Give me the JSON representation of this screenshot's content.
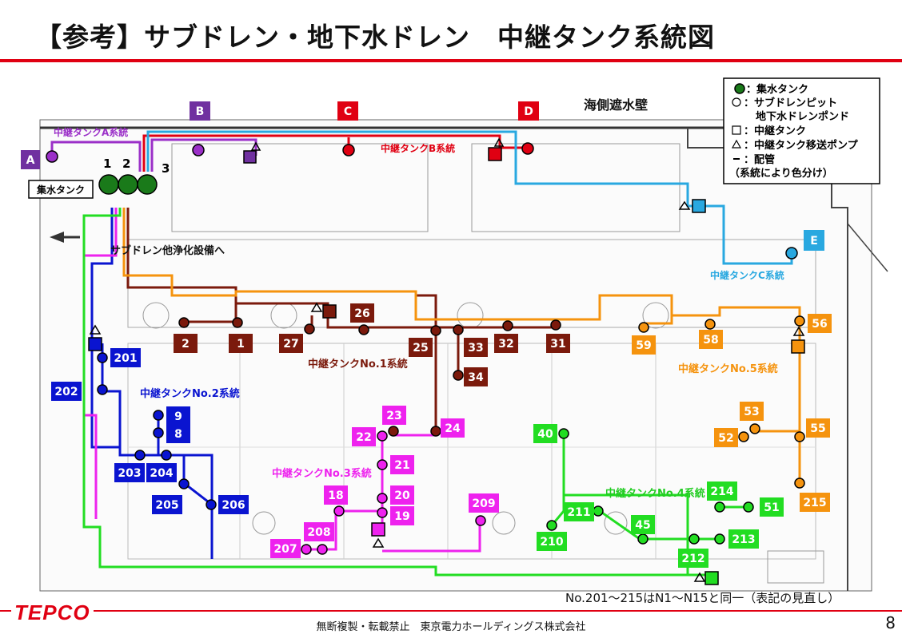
{
  "title": "【参考】サブドレン・地下水ドレン　中継タンク系統図",
  "footer": "無断複製・転載禁止　東京電力ホールディングス株式会社",
  "page_number": "8",
  "logo": "TEPCO",
  "colors": {
    "accent_red": "#e00012",
    "sys_A": "#9b30c8",
    "sys_B": "#e00012",
    "sys_C": "#29a8e0",
    "sys_1": "#7b1a0c",
    "sys_2": "#0a14d0",
    "sys_3": "#ee22ee",
    "sys_4": "#22dd22",
    "sys_5": "#f5930e",
    "collect": "#1a7a1a"
  },
  "legend": {
    "collect_tank": "：集水タンク",
    "pit_1": "：サブドレンピット",
    "pit_2": "地下水ドレンポンド",
    "relay_tank": "：中継タンク",
    "pump": "：中継タンク移送ポンプ",
    "pipe_1": "：配管",
    "pipe_2": "（系統により色分け）"
  },
  "labels": {
    "seawall": "海側遮水壁",
    "collect_tank": "集水タンク",
    "to_purification": "サブドレン他浄化設備へ",
    "note": "No.201～215はN1～N15と同一（表記の見直し）",
    "sysA": "中継タンクA系統",
    "sysB": "中継タンクB系統",
    "sysC": "中継タンクC系統",
    "sys1": "中継タンクNo.1系統",
    "sys2": "中継タンクNo.2系統",
    "sys3": "中継タンクNo.3系統",
    "sys4": "中継タンクNo.4系統",
    "sys5": "中継タンクNo.5系統",
    "tank_1": "1",
    "tank_2": "2",
    "tank_3": "3"
  },
  "letter_boxes": [
    "A",
    "B",
    "C",
    "D",
    "E"
  ],
  "pits_sys1": [
    "1",
    "2",
    "25",
    "26",
    "27",
    "31",
    "32",
    "33",
    "34"
  ],
  "pits_sys2": [
    "8",
    "9",
    "201",
    "202",
    "203",
    "204",
    "205",
    "206"
  ],
  "pits_sys3": [
    "18",
    "19",
    "20",
    "21",
    "22",
    "23",
    "24",
    "207",
    "208",
    "209"
  ],
  "pits_sys4": [
    "40",
    "45",
    "51",
    "210",
    "211",
    "212",
    "213",
    "214"
  ],
  "pits_sys5": [
    "52",
    "53",
    "55",
    "56",
    "58",
    "59",
    "215"
  ]
}
